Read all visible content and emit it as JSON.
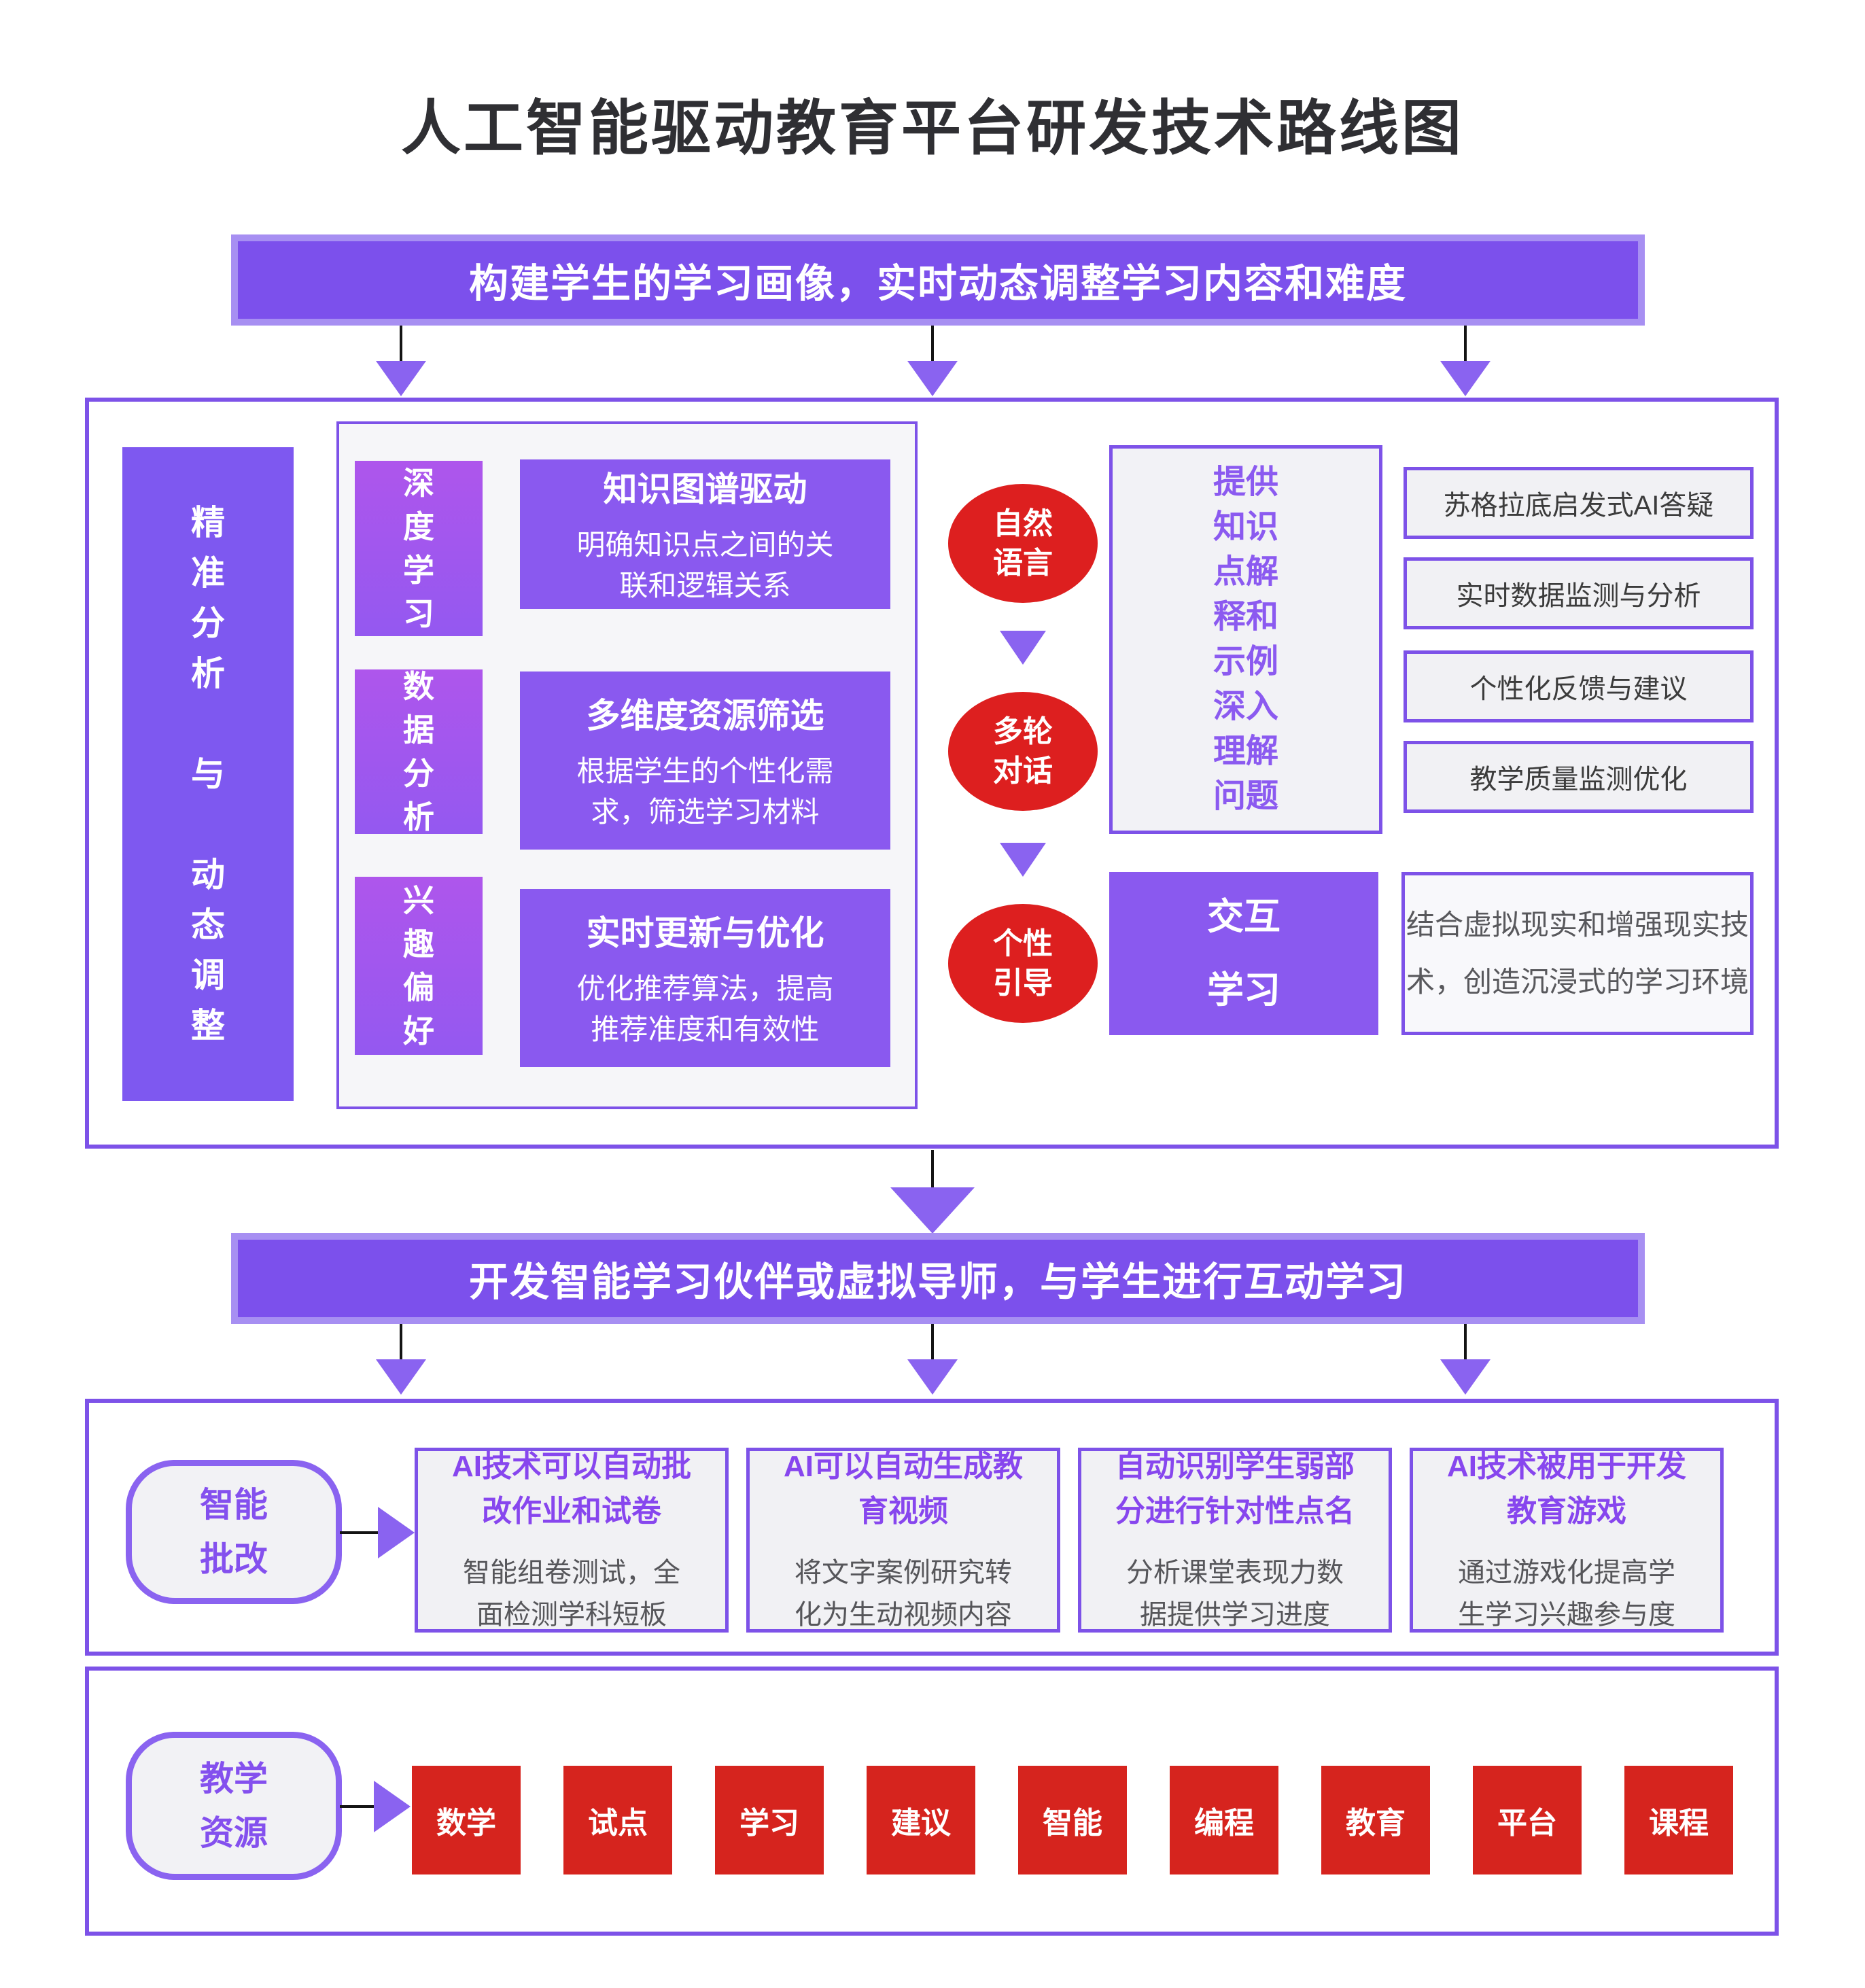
{
  "title": "人工智能驱动教育平台研发技术路线图",
  "colors": {
    "accent_purple": "#7c50ec",
    "border_purple": "#7d52e8",
    "arrow_purple": "#8a63f0",
    "node_red": "#dd1f1f",
    "tag_red": "#d6241e"
  },
  "banner_top": {
    "label": "构建学生的学习画像，实时动态调整学习内容和难度"
  },
  "banner_middle": {
    "label": "开发智能学习伙伴或虚拟导师，与学生进行互动学习"
  },
  "section_analysis": {
    "side_label": "精\n准\n分\n析\n\n与\n\n动\n态\n调\n整",
    "stages": [
      {
        "tag": "深\n度\n学\n习",
        "title": "知识图谱驱动",
        "desc": "明确知识点之间的关\n联和逻辑关系"
      },
      {
        "tag": "数\n据\n分\n析",
        "title": "多维度资源筛选",
        "desc": "根据学生的个性化需\n求，筛选学习材料"
      },
      {
        "tag": "兴\n趣\n偏\n好",
        "title": "实时更新与优化",
        "desc": "优化推荐算法，提高\n推荐准度和有效性"
      }
    ],
    "dialog_nodes": [
      "自然\n语言",
      "多轮\n对话",
      "个性\n引导"
    ],
    "support_note": "提供\n知识\n点解\n释和\n示例\n深入\n理解\n问题",
    "ai_features": [
      "苏格拉底启发式AI答疑",
      "实时数据监测与分析",
      "个性化反馈与建议",
      "教学质量监测优化"
    ],
    "interactive_label": "交互\n学习",
    "vr_note": "结合虚拟现实和增强现实技\n术，创造沉浸式的学习环境"
  },
  "section_grading": {
    "badge": "智能\n批改",
    "cards": [
      {
        "title": "AI技术可以自动批\n改作业和试卷",
        "desc": "智能组卷测试，全\n面检测学科短板"
      },
      {
        "title": "AI可以自动生成教\n育视频",
        "desc": "将文字案例研究转\n化为生动视频内容"
      },
      {
        "title": "自动识别学生弱部\n分进行针对性点名",
        "desc": "分析课堂表现力数\n据提供学习进度"
      },
      {
        "title": "AI技术被用于开发\n教育游戏",
        "desc": "通过游戏化提高学\n生学习兴趣参与度"
      }
    ]
  },
  "section_resources": {
    "badge": "教学\n资源",
    "tags": [
      "数学",
      "试点",
      "学习",
      "建议",
      "智能",
      "编程",
      "教育",
      "平台",
      "课程"
    ]
  }
}
